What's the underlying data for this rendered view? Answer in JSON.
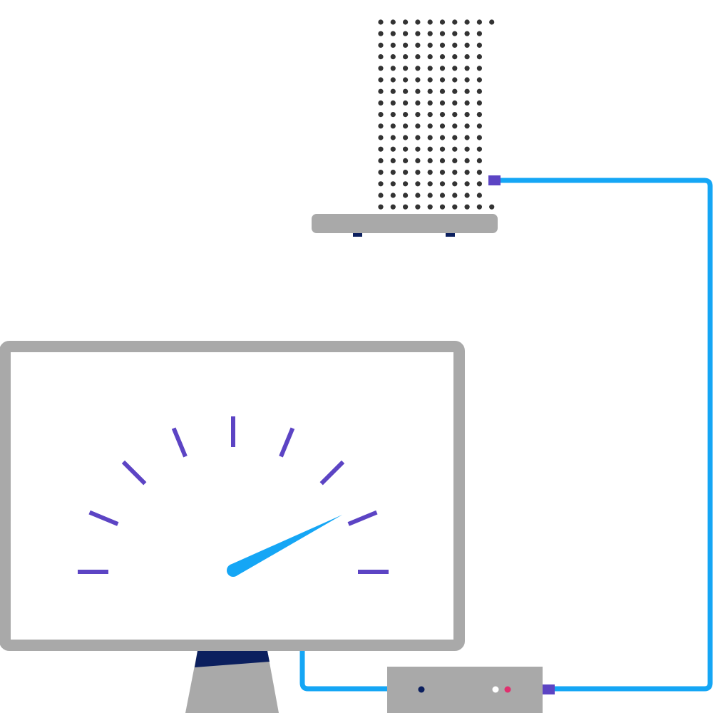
{
  "colors": {
    "cable": "#15a6f5",
    "port": "#5c44c4",
    "device_gray": "#a9a9a9",
    "grille_dots": "#333333",
    "screen": "#ffffff",
    "gauge_ticks": "#5c44c4",
    "needle": "#15a6f5",
    "stand_dark": "#0b1f5e",
    "led_navy": "#0b1f5e",
    "led_white": "#ffffff",
    "led_pink": "#e0306e"
  },
  "illustration": {
    "server": {
      "icon": "server-tower-icon"
    },
    "monitor": {
      "icon": "monitor-icon"
    },
    "speedometer": {
      "icon": "speedometer-icon",
      "tick_count": 9,
      "needle_level": 0.85
    },
    "router": {
      "icon": "router-icon",
      "led_count": 3
    },
    "cable": {
      "icon": "network-cable-icon"
    }
  }
}
